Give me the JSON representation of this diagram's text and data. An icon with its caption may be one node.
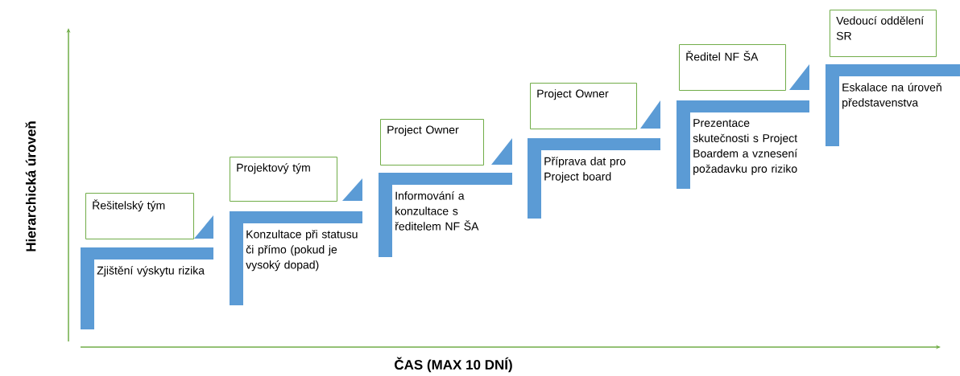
{
  "diagram": {
    "nodes": [
      {
        "text": [
          "Řešitelský tým"
        ]
      },
      {
        "text": [
          "Zjištění výskytu rizika"
        ]
      },
      {
        "text": [
          "Projektový tým"
        ]
      },
      {
        "text": [
          "Konzultace při statusu či přímo (pokud je vysoký dopad)"
        ]
      },
      {
        "text": [
          "Project Owner"
        ]
      },
      {
        "text": [
          "Informování a konzultace s ředitelem NF ŠA"
        ]
      },
      {
        "text": [
          "Project Owner"
        ]
      },
      {
        "text": [
          "Příprava dat pro Project board"
        ]
      },
      {
        "text": [
          "Ředitel NF ŠA"
        ]
      },
      {
        "text": [
          "Prezentace skutečnosti s Project Boardem a vznesení požadavku pro riziko"
        ]
      },
      {
        "text": [
          "Vedoucí oddělení SR"
        ]
      },
      {
        "text": [
          "Eskalace na úroveň představenstva"
        ]
      }
    ],
    "labels": [
      "Hierarchická úroveň",
      "ČAS (MAX 10 DNÍ)"
    ]
  }
}
